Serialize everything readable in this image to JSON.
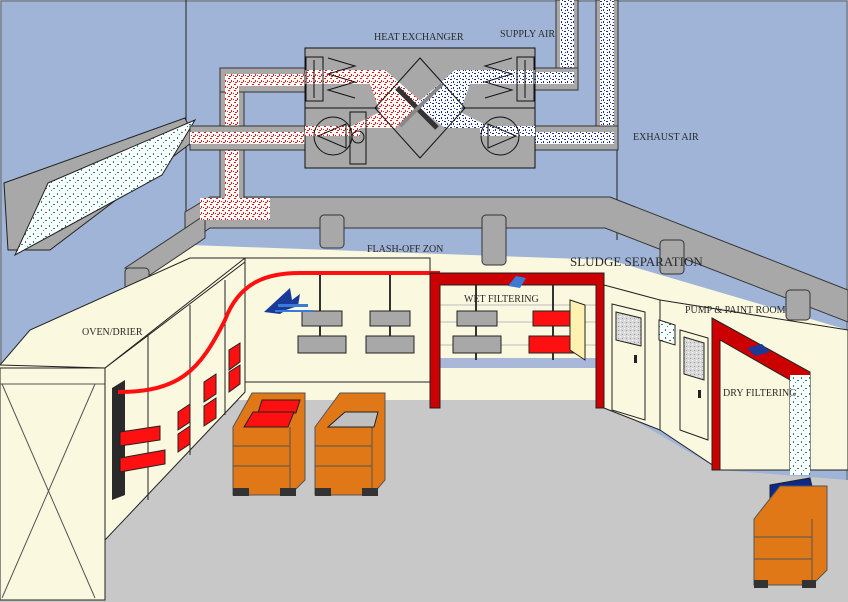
{
  "labels": {
    "heat_exchanger": "HEAT EXCHANGER",
    "supply_air": "SUPPLY AIR",
    "exhaust_air": "EXHAUST AIR",
    "flash_off_zone": "FLASH-OFF ZON",
    "sludge_separation": "SLUDGE SEPARATION",
    "wet_filtering": "WET FILTERING",
    "oven_drier": "OVEN/DRIER",
    "pump_paint_room": "PUMP & PAINT ROOM",
    "dry_filtering": "DRY FILTERING"
  },
  "colors": {
    "wall": "#9fb4d6",
    "duct": "#a8a8a8",
    "booth": "#fbf8e0",
    "floor": "#c8c8c8",
    "frame_red": "#cc0000",
    "conveyor_red": "#ff1010",
    "warm_air": "#e81818",
    "cool_air": "#1a2f8a",
    "bin_orange": "#e07818",
    "part_blue": "#0c2a8c",
    "filter_green": "#1a8a6a"
  }
}
